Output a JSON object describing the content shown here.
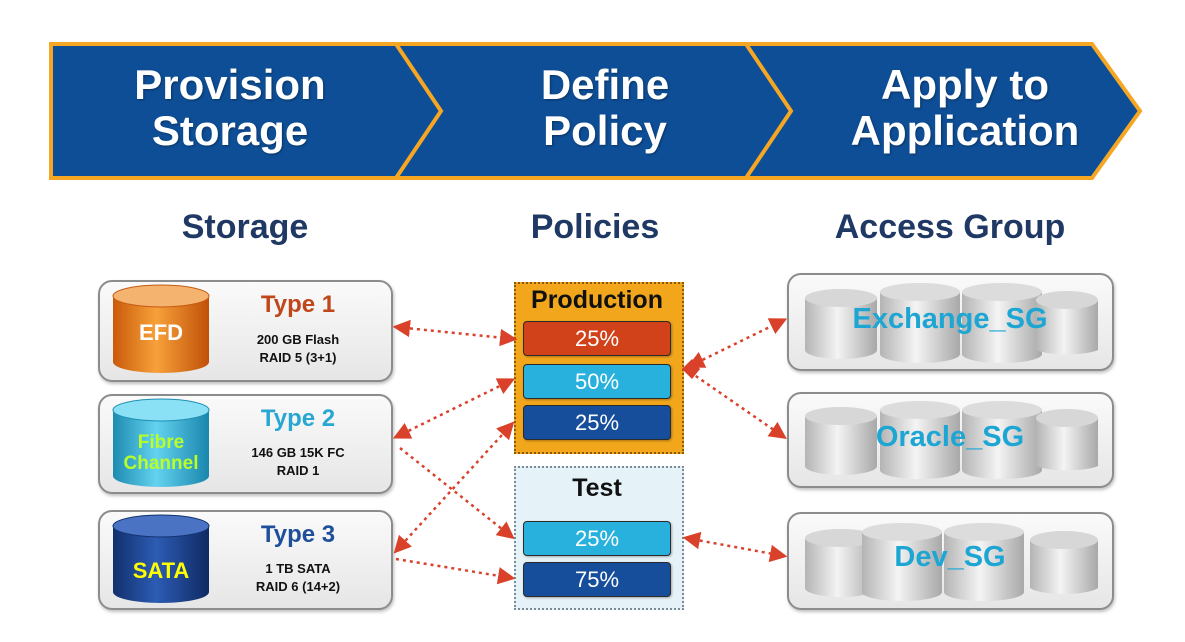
{
  "steps": [
    {
      "line1": "Provision",
      "line2": "Storage"
    },
    {
      "line1": "Define",
      "line2": "Policy"
    },
    {
      "line1": "Apply to",
      "line2": "Application"
    }
  ],
  "columns": {
    "storage": "Storage",
    "policies": "Policies",
    "access": "Access Group"
  },
  "storage": [
    {
      "disk": "EFD",
      "type": "Type 1",
      "detail": "200 GB Flash\nRAID 5 (3+1)",
      "type_color": "#c0471c",
      "disk_color": "#f08a1c",
      "label_color": "#ffffff"
    },
    {
      "disk_line1": "Fibre",
      "disk_line2": "Channel",
      "type": "Type 2",
      "detail": "146 GB 15K FC\nRAID 1",
      "type_color": "#28a7d2",
      "disk_color": "#2fb6d8",
      "label_color": "#b8ff2a"
    },
    {
      "disk": "SATA",
      "type": "Type 3",
      "detail": "1 TB SATA\nRAID 6 (14+2)",
      "type_color": "#1f4e9a",
      "disk_color": "#1c3f8c",
      "label_color": "#ffff00"
    }
  ],
  "policies": [
    {
      "name": "Production",
      "tiers": [
        "25%",
        "50%",
        "25%"
      ]
    },
    {
      "name": "Test",
      "tiers": [
        "25%",
        "75%"
      ]
    }
  ],
  "access_groups": [
    "Exchange_SG",
    "Oracle_SG",
    "Dev_SG"
  ],
  "colors": {
    "chevron_fill": "#0e4e96",
    "chevron_border": "#f5a623",
    "production_bg": "#f2a61c",
    "test_bg": "#e5f3f9",
    "tier_efd": "#d1421a",
    "tier_fc": "#29b1de",
    "tier_sata": "#164e9c",
    "connector": "#d9412a",
    "heading": "#1f3864"
  }
}
